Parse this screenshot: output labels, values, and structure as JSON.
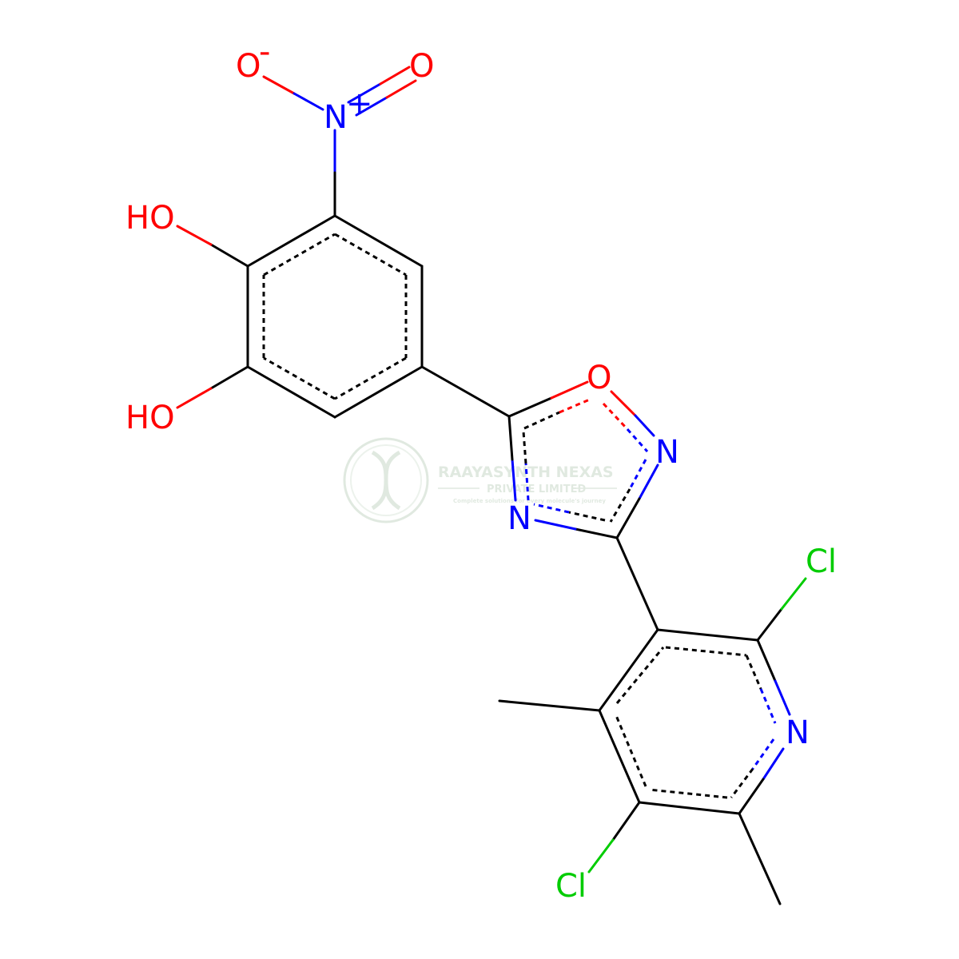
{
  "colors": {
    "carbon": "#000000",
    "oxygen": "#ff0000",
    "nitrogen": "#0000ff",
    "chlorine": "#00cc00",
    "watermark": "#c8d8c8"
  },
  "atoms": {
    "o_minus": {
      "symbol": "O",
      "charge": "-"
    },
    "o_nitro": {
      "symbol": "O"
    },
    "n_plus": {
      "symbol": "N",
      "charge": "+"
    },
    "ho_top": {
      "symbol": "HO"
    },
    "ho_bottom": {
      "symbol": "HO"
    },
    "o_ring": {
      "symbol": "O"
    },
    "n_ring_right": {
      "symbol": "N"
    },
    "n_ring_left": {
      "symbol": "N"
    },
    "cl_top": {
      "symbol": "Cl"
    },
    "n_pyridine": {
      "symbol": "N"
    },
    "cl_bottom": {
      "symbol": "Cl"
    }
  },
  "watermark": {
    "name": "RAAYASYNTH NEXAS",
    "subtitle": "PRIVATE LIMITED",
    "tagline": "Complete solutions for every molecule's journey"
  }
}
